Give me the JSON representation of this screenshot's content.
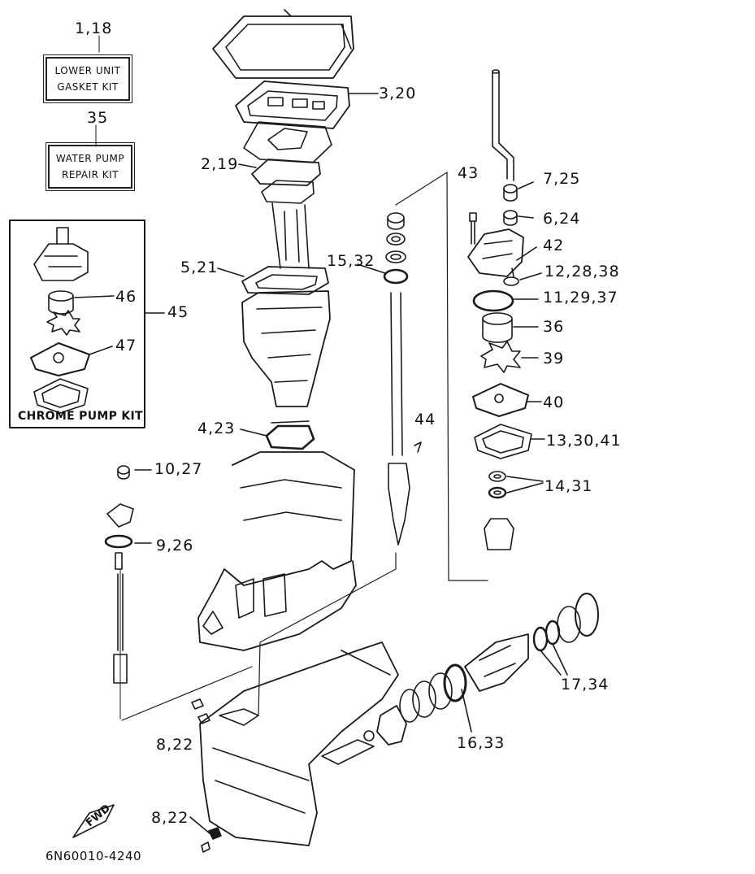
{
  "kits": {
    "gasket_ref": "1,18",
    "gasket_line1": "LOWER UNIT",
    "gasket_line2": "GASKET KIT",
    "pump_ref": "35",
    "pump_line1": "WATER PUMP",
    "pump_line2": "REPAIR KIT",
    "chrome_title": "CHROME PUMP KIT",
    "chrome_ref": "45"
  },
  "callouts": {
    "c320": "3,20",
    "c219": "2,19",
    "c521": "5,21",
    "c1532": "15,32",
    "c423": "4,23",
    "c1027": "10,27",
    "c926": "9,26",
    "c822a": "8,22",
    "c822b": "8,22",
    "c43": "43",
    "c725": "7,25",
    "c624": "6,24",
    "c42": "42",
    "c122838": "12,28,38",
    "c112937": "11,29,37",
    "c36": "36",
    "c39": "39",
    "c40": "40",
    "c133041": "13,30,41",
    "c1431": "14,31",
    "c44": "44",
    "c46": "46",
    "c47": "47",
    "c1734": "17,34",
    "c1633": "16,33"
  },
  "fwd": "FWD",
  "diagram_code": "6N60010-4240"
}
